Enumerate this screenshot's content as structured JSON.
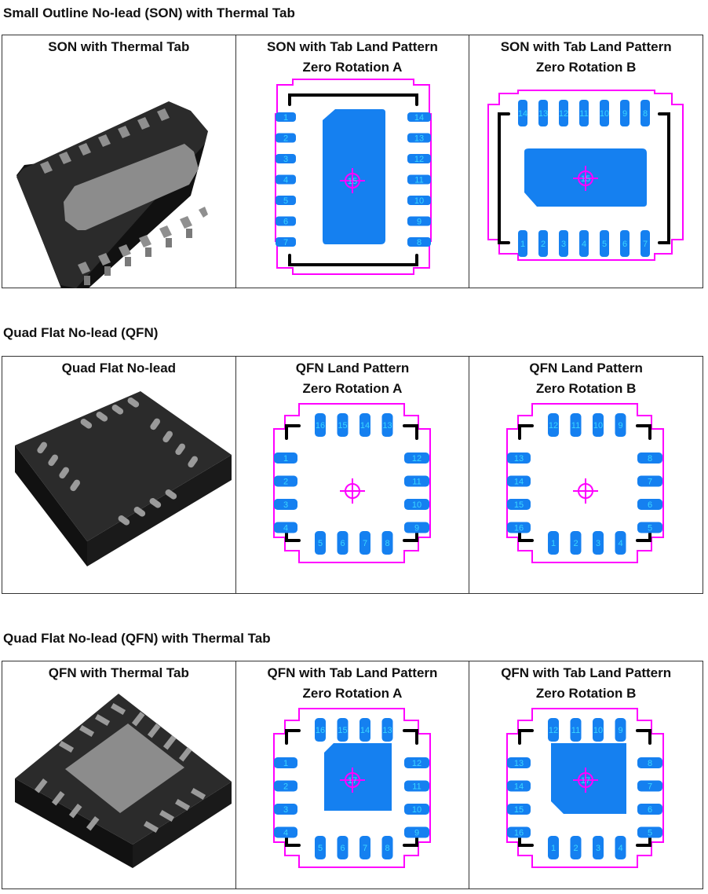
{
  "sections": [
    {
      "title": "Small Outline No-lead (SON) with Thermal Tab",
      "cells": [
        {
          "lines": [
            "SON with Thermal Tab"
          ]
        },
        {
          "lines": [
            "SON with Tab Land Pattern",
            "Zero Rotation A"
          ]
        },
        {
          "lines": [
            "SON with Tab Land Pattern",
            "Zero Rotation B"
          ]
        }
      ]
    },
    {
      "title": "Quad Flat No-lead (QFN)",
      "cells": [
        {
          "lines": [
            "Quad Flat No-lead"
          ]
        },
        {
          "lines": [
            "QFN Land Pattern",
            "Zero Rotation A"
          ]
        },
        {
          "lines": [
            "QFN Land Pattern",
            "Zero Rotation B"
          ]
        }
      ]
    },
    {
      "title": "Quad Flat No-lead (QFN) with Thermal Tab",
      "cells": [
        {
          "lines": [
            "QFN with Thermal Tab"
          ]
        },
        {
          "lines": [
            "QFN with Tab Land Pattern",
            "Zero Rotation A"
          ]
        },
        {
          "lines": [
            "QFN with Tab Land Pattern",
            "Zero Rotation B"
          ]
        }
      ]
    }
  ],
  "pins": {
    "son_a_left": [
      "1",
      "2",
      "3",
      "4",
      "5",
      "6",
      "7"
    ],
    "son_a_right": [
      "14",
      "13",
      "12",
      "11",
      "10",
      "9",
      "8"
    ],
    "son_a_tab": "15",
    "son_b_top": [
      "14",
      "13",
      "12",
      "11",
      "10",
      "9",
      "8"
    ],
    "son_b_bottom": [
      "1",
      "2",
      "3",
      "4",
      "5",
      "6",
      "7"
    ],
    "son_b_tab": "15",
    "qfn_a_top": [
      "16",
      "15",
      "14",
      "13"
    ],
    "qfn_a_left": [
      "1",
      "2",
      "3",
      "4"
    ],
    "qfn_a_right": [
      "12",
      "11",
      "10",
      "9"
    ],
    "qfn_a_bottom": [
      "5",
      "6",
      "7",
      "8"
    ],
    "qfn_b_top": [
      "12",
      "11",
      "10",
      "9"
    ],
    "qfn_b_left": [
      "13",
      "14",
      "15",
      "16"
    ],
    "qfn_b_right": [
      "8",
      "7",
      "6",
      "5"
    ],
    "qfn_b_bottom": [
      "1",
      "2",
      "3",
      "4"
    ],
    "qfn_tab": "17"
  },
  "colors": {
    "pad": "#1580f0",
    "pin_text": "#3ad6ff",
    "courtyard": "#ff00ff",
    "silkscreen": "#000000",
    "body_dark": "#2a2a2a",
    "body_side": "#111111",
    "tab_grey": "#8c8c8c",
    "lead_grey": "#9a9a9a"
  }
}
